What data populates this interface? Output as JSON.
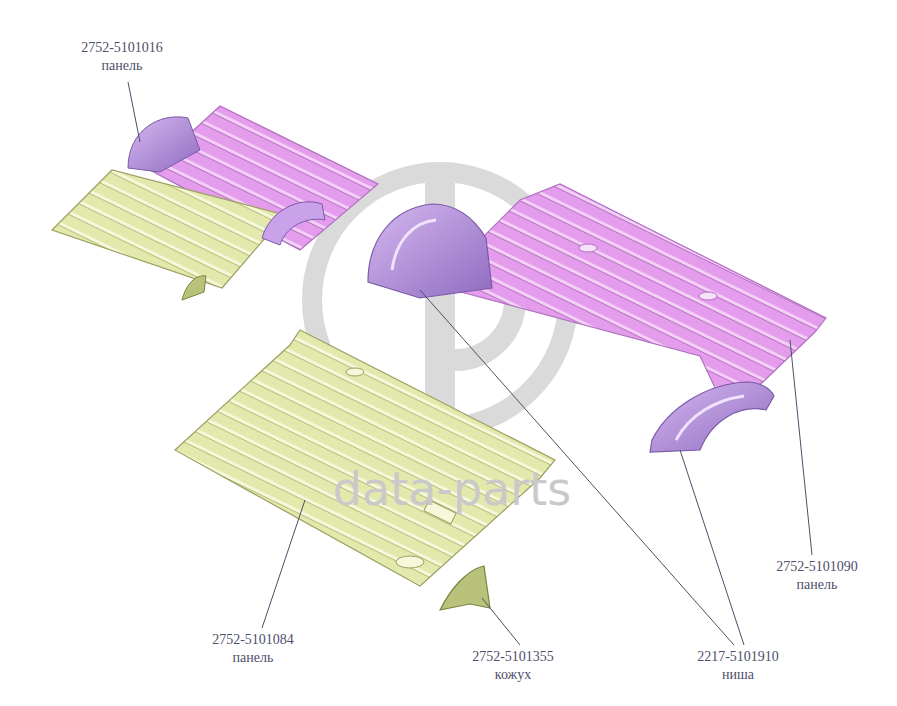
{
  "diagram": {
    "labels": [
      "2752-5101016",
      "панель",
      "2752-5101090",
      "панель",
      "2752-5101084",
      "панель",
      "2752-5101355",
      "кожух",
      "2217-5101910",
      "ниша",
      "data-parts"
    ]
  }
}
